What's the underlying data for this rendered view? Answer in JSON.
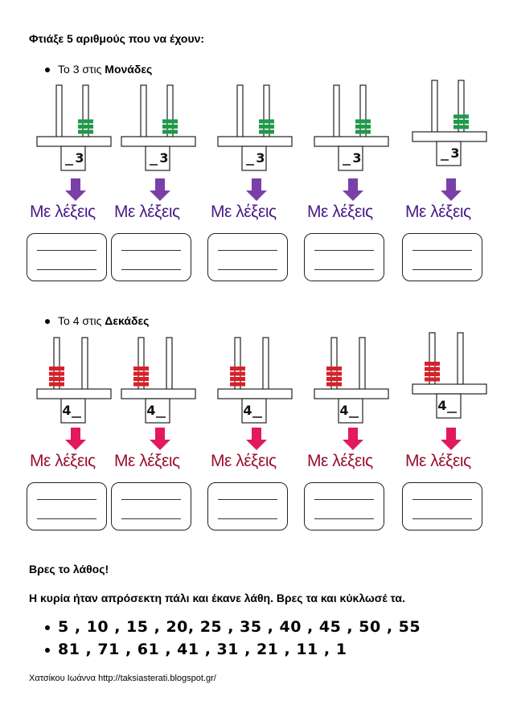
{
  "title": "Φτιάξε 5 αριθμούς που να έχουν:",
  "section1": {
    "prefix": "Το 3 στις ",
    "bold": "Μονάδες",
    "digit": "3",
    "bead_color": "#1f9a4a",
    "arrow_color": "#7b3fa8"
  },
  "section2": {
    "prefix": "Το 4 στις ",
    "bold": "Δεκάδες",
    "digit": "4",
    "bead_color": "#d8202a",
    "arrow_color": "#e2195a"
  },
  "words_label": "Με λέξεις",
  "error_title": "Βρες το λάθος!",
  "error_desc": "Η κυρία ήταν απρόσεκτη πάλι και έκανε λάθη. Βρες τα και κύκλωσέ τα.",
  "sequences": [
    "5 , 10 , 15 , 20, 25 , 35 , 40 , 45 , 50 , 55",
    "81 , 71 , 61 , 41 , 31 , 21 , 11 , 1"
  ],
  "footer": "Χατσίκου Ιωάννα http://taksiasterati.blogspot.gr/"
}
